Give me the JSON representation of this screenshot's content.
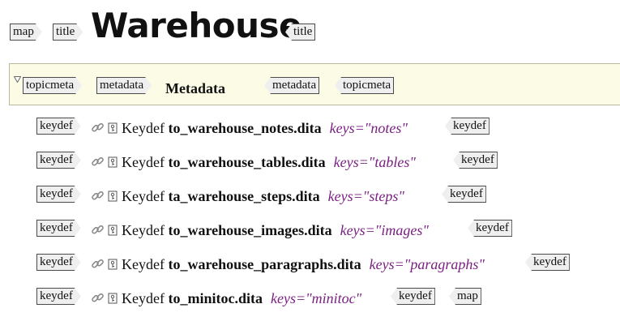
{
  "header": {
    "map_tag": "map",
    "title_start_tag": "title",
    "title_text": "Warehouse",
    "title_end_tag": "title"
  },
  "metadata_block": {
    "topicmeta_start_tag": "topicmeta",
    "metadata_start_tag": "metadata",
    "label": "Metadata",
    "metadata_end_tag": "metadata",
    "topicmeta_end_tag": "topicmeta"
  },
  "keydefs": [
    {
      "tag": "keydef",
      "prefix": "Keydef",
      "href": "to_warehouse_notes.dita",
      "keys": "keys=\"notes\"",
      "end_tag": "keydef"
    },
    {
      "tag": "keydef",
      "prefix": "Keydef",
      "href": "to_warehouse_tables.dita",
      "keys": "keys=\"tables\"",
      "end_tag": "keydef"
    },
    {
      "tag": "keydef",
      "prefix": "Keydef",
      "href": "ta_warehouse_steps.dita",
      "keys": "keys=\"steps\"",
      "end_tag": "keydef"
    },
    {
      "tag": "keydef",
      "prefix": "Keydef",
      "href": "to_warehouse_images.dita",
      "keys": "keys=\"images\"",
      "end_tag": "keydef"
    },
    {
      "tag": "keydef",
      "prefix": "Keydef",
      "href": "to_warehouse_paragraphs.dita",
      "keys": "keys=\"paragraphs\"",
      "end_tag": "keydef"
    },
    {
      "tag": "keydef",
      "prefix": "Keydef",
      "href": "to_minitoc.dita",
      "keys": "keys=\"minitoc\"",
      "end_tag": "keydef"
    }
  ],
  "footer": {
    "map_end_tag": "map"
  },
  "colors": {
    "keys_attribute": "#7b1f83",
    "metadata_background": "#fbfbe6",
    "tag_background": "#efefef"
  },
  "icons": [
    "link-icon",
    "key-icon",
    "collapse-triangle-icon"
  ]
}
